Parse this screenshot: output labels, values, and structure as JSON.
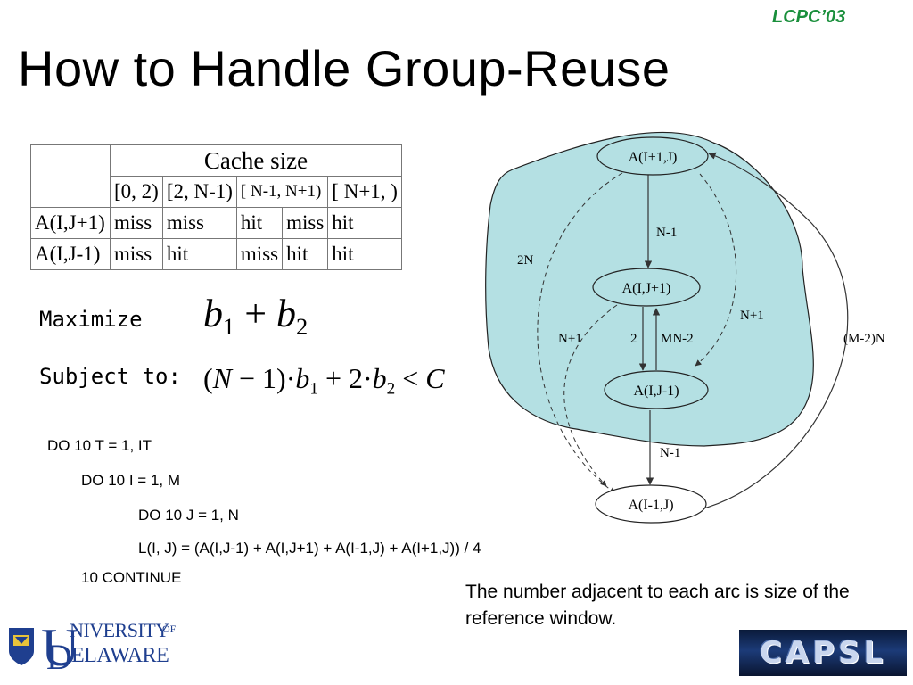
{
  "header": {
    "conference": "LCPC’03",
    "title": "How to Handle Group-Reuse"
  },
  "cache_table": {
    "group_header": "Cache size",
    "columns": [
      "[0, 2)",
      "[2, N-1)",
      "[ N-1, N+1)",
      "[ N+1,  )"
    ],
    "rows": [
      {
        "label": "A(I,J+1)",
        "cells": [
          "miss",
          "miss",
          "hit",
          "miss",
          "hit"
        ]
      },
      {
        "label": "A(I,J-1)",
        "cells": [
          "miss",
          "hit",
          "miss",
          "hit",
          "hit"
        ]
      }
    ]
  },
  "optimization": {
    "maximize_label": "Maximize",
    "subject_label": "Subject to:",
    "objective": {
      "b": "b",
      "plus": "+",
      "sub1": "1",
      "sub2": "2"
    },
    "constraint": {
      "open": "(",
      "N": "N",
      "minus_one": " − 1)",
      "dot": "·",
      "b": "b",
      "sub1": "1",
      "plus_two": " + 2",
      "sub2": "2",
      "lt": " < ",
      "C": "C"
    }
  },
  "code": {
    "lines": [
      "DO 10  T = 1, IT",
      "DO 10 I = 1, M",
      "DO 10 J = 1, N",
      "L(I, J) = (A(I,J-1) + A(I,J+1) + A(I-1,J) + A(I+1,J)) / 4",
      "10  CONTINUE"
    ]
  },
  "graph": {
    "nodes": [
      "A(I+1,J)",
      "A(I,J+1)",
      "A(I,J-1)",
      "A(I-1,J)"
    ],
    "edge_labels": {
      "top_to_mid": "N-1",
      "left_2n": "2N",
      "left_n1": "N+1",
      "mid_2": "2",
      "mid_mn2": "MN-2",
      "right_n1": "N+1",
      "outer": "(M-2)N",
      "bottom": "N-1"
    },
    "region_color": "#b4e0e3"
  },
  "note": "The number adjacent to each arc is size of the reference window.",
  "logos": {
    "university_line1": "NIVERSITY",
    "university_of": "OF",
    "university_line2": "ELAWARE",
    "capsl": "CAPSL"
  }
}
